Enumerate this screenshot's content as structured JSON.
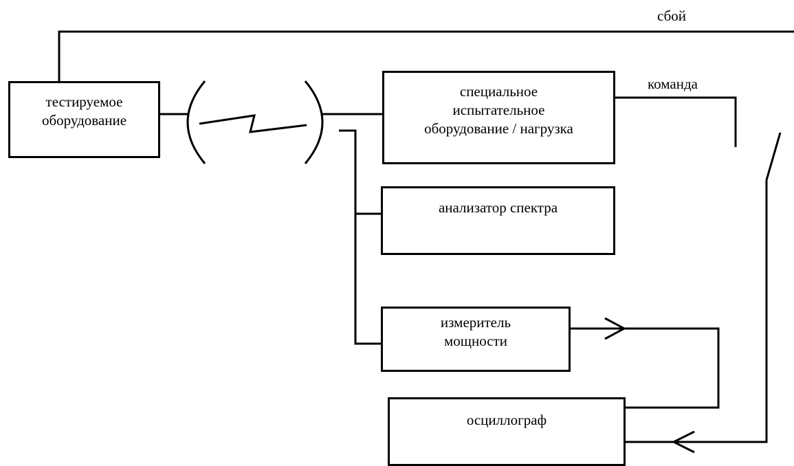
{
  "labels": {
    "fault": "сбой",
    "command": "команда"
  },
  "blocks": {
    "equipment_under_test": {
      "line1": "тестируемое",
      "line2": "оборудование"
    },
    "special_test_equipment": {
      "line1": "специальное",
      "line2": "испытательное",
      "line3": "оборудование / нагрузка"
    },
    "spectrum_analyzer": {
      "line1": "анализатор спектра"
    },
    "power_meter": {
      "line1": "измеритель",
      "line2": "мощности"
    },
    "oscilloscope": {
      "line1": "осциллограф"
    }
  },
  "colors": {
    "stroke": "#000000",
    "background": "#ffffff"
  }
}
